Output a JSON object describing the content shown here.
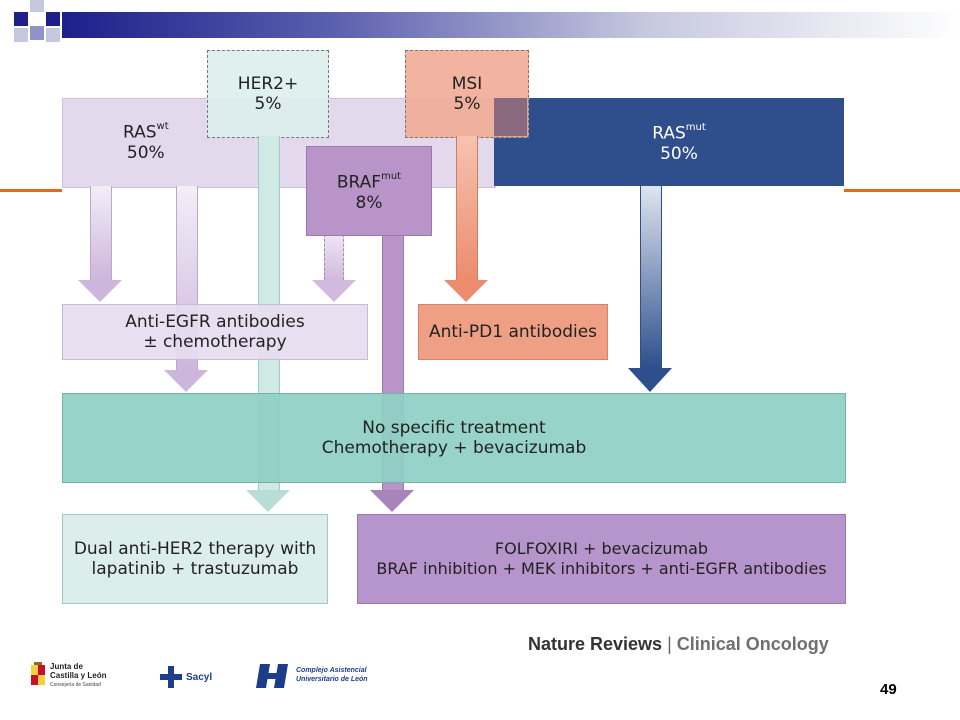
{
  "diagram": {
    "ras_wt": {
      "label": "RAS",
      "sup": "wt",
      "value": "50%"
    },
    "ras_mut": {
      "label": "RAS",
      "sup": "mut",
      "value": "50%"
    },
    "her2": {
      "label": "HER2+",
      "value": "5%"
    },
    "msi": {
      "label": "MSI",
      "value": "5%"
    },
    "braf": {
      "label": "BRAF",
      "sup": "mut",
      "value": "8%"
    },
    "anti_egfr": {
      "line1": "Anti-EGFR antibodies",
      "line2": "± chemotherapy"
    },
    "anti_pd1": {
      "line1": "Anti-PD1 antibodies"
    },
    "no_specific": {
      "line1": "No specific treatment",
      "line2": "Chemotherapy + bevacizumab"
    },
    "dual_her2": {
      "line1": "Dual anti-HER2 therapy with",
      "line2": "lapatinib + trastuzumab"
    },
    "folfoxiri": {
      "line1": "FOLFOXIRI + bevacizumab",
      "line2": "BRAF inhibition + MEK inhibitors + anti-EGFR antibodies"
    }
  },
  "credit": {
    "journal": "Nature Reviews",
    "separator": "|",
    "section": "Clinical Oncology"
  },
  "footer": {
    "logo1_line1": "Junta de",
    "logo1_line2": "Castilla y León",
    "logo1_line3": "Consejería de Sanidad",
    "logo2": "Sacyl",
    "logo3_line1": "Complejo Asistencial",
    "logo3_line2": "Universitario de León",
    "page_number": "49"
  },
  "colors": {
    "ras_wt": "#e3d8ec",
    "ras_mut": "#2e4f8c",
    "her2": "#dceeed",
    "msi": "#f1ac96",
    "braf": "#b894c8",
    "anti_egfr": "#e6dcef",
    "anti_pd1": "#ef9f84",
    "no_specific": "#8fcfc4",
    "dual_her2": "#dbeeec",
    "folfoxiri": "#b695cc"
  }
}
